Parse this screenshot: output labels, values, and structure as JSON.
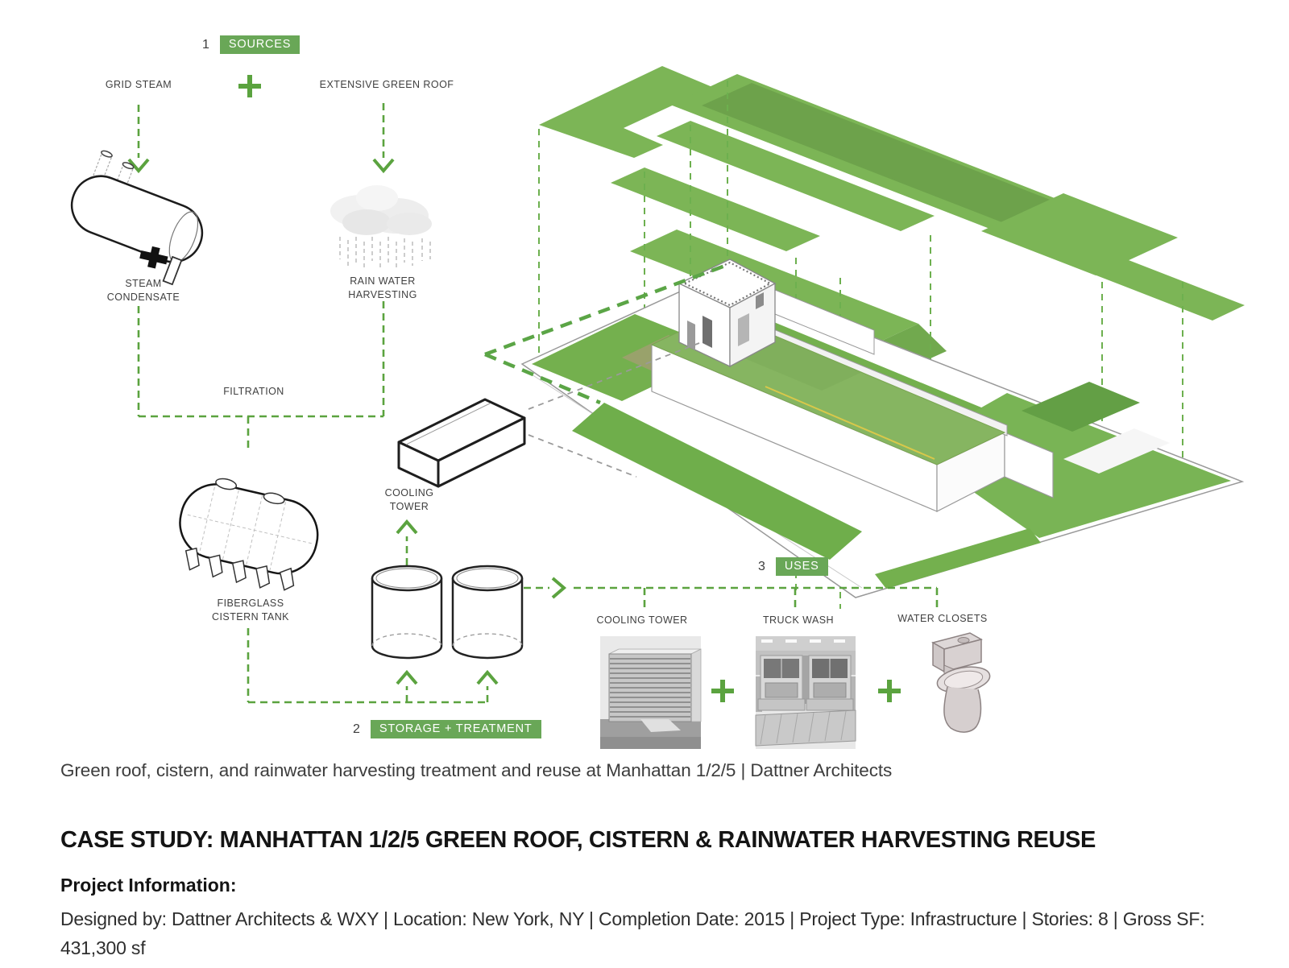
{
  "colors": {
    "accent_green": "#5ba33f",
    "badge_green": "#69a757",
    "plane_green": "#7cb556",
    "plane_dark_green": "#6da24b",
    "lawn_green": "#74b04e",
    "text_dark": "#3f3f3f"
  },
  "badges": {
    "sources": {
      "number": "1",
      "label": "SOURCES"
    },
    "storage": {
      "number": "2",
      "label": "STORAGE + TREATMENT"
    },
    "uses": {
      "number": "3",
      "label": "USES"
    }
  },
  "labels": {
    "grid_steam": "GRID STEAM",
    "extensive_green_roof": "EXTENSIVE GREEN ROOF",
    "steam_condensate": "STEAM\nCONDENSATE",
    "rain_water_harvesting": "RAIN WATER\nHARVESTING",
    "filtration": "FILTRATION",
    "fiberglass_cistern_tank": "FIBERGLASS\nCISTERN TANK",
    "cooling_tower": "COOLING\nTOWER"
  },
  "uses_items": [
    {
      "label": "COOLING TOWER"
    },
    {
      "label": "TRUCK WASH"
    },
    {
      "label": "WATER CLOSETS"
    }
  ],
  "caption": "Green roof, cistern, and rainwater harvesting treatment and reuse at Manhattan 1/2/5 | Dattner Architects",
  "case_study": {
    "title": "CASE STUDY: MANHATTAN 1/2/5 GREEN ROOF, CISTERN & RAINWATER HARVESTING REUSE",
    "project_info_label": "Project Information:",
    "project_info": "Designed by: Dattner Architects & WXY | Location: New York, NY | Completion Date: 2015 | Project Type: Infrastructure | Stories: 8 | Gross SF: 431,300 sf"
  }
}
